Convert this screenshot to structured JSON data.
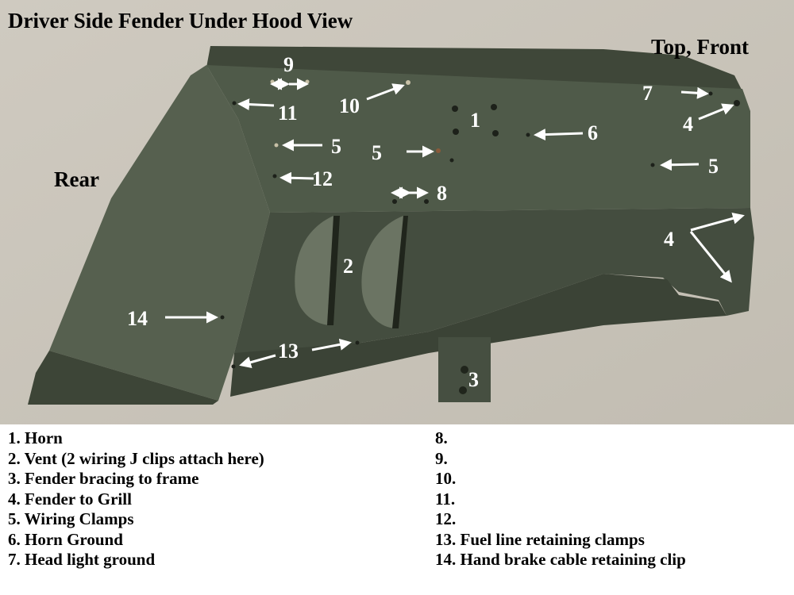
{
  "title": "Driver Side Fender Under Hood View",
  "orientation": {
    "rear": "Rear",
    "top_front": "Top, Front"
  },
  "callouts": {
    "c1": "1",
    "c2": "2",
    "c3": "3",
    "c4a": "4",
    "c4b": "4",
    "c5a": "5",
    "c5b": "5",
    "c5c": "5",
    "c6": "6",
    "c7": "7",
    "c8": "8",
    "c9": "9",
    "c10": "10",
    "c11": "11",
    "c12": "12",
    "c13": "13",
    "c14": "14"
  },
  "legend": {
    "left": [
      "1. Horn",
      "2. Vent (2 wiring J clips attach here)",
      "3. Fender bracing to frame",
      "4. Fender to Grill",
      "5. Wiring Clamps",
      "6. Horn Ground",
      "7. Head light ground"
    ],
    "right": [
      "8.",
      "9.",
      "10.",
      "11.",
      "12.",
      "13. Fuel line retaining clamps",
      "14. Hand brake cable retaining clip"
    ]
  },
  "colors": {
    "background": "#c9c4ba",
    "panel": "#4b5546",
    "panel_dark": "#3a4236",
    "panel_light": "#5a6453",
    "label_white": "#ffffff",
    "title_black": "#000000"
  }
}
